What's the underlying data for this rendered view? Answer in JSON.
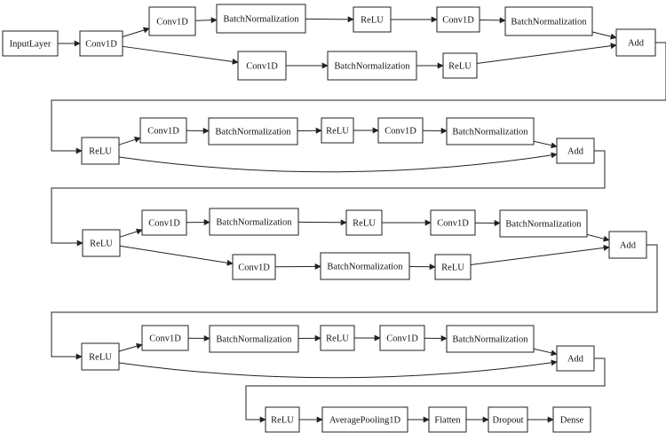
{
  "diagram": {
    "nodes": [
      {
        "id": "n1",
        "label": "InputLayer"
      },
      {
        "id": "n2",
        "label": "Conv1D"
      },
      {
        "id": "n3",
        "label": "Conv1D"
      },
      {
        "id": "n4",
        "label": "BatchNormalization"
      },
      {
        "id": "n5",
        "label": "ReLU"
      },
      {
        "id": "n6",
        "label": "Conv1D"
      },
      {
        "id": "n7",
        "label": "BatchNormalization"
      },
      {
        "id": "n8",
        "label": "Add"
      },
      {
        "id": "n9",
        "label": "Conv1D"
      },
      {
        "id": "n10",
        "label": "BatchNormalization"
      },
      {
        "id": "n11",
        "label": "ReLU"
      },
      {
        "id": "n12",
        "label": "ReLU"
      },
      {
        "id": "n13",
        "label": "Conv1D"
      },
      {
        "id": "n14",
        "label": "BatchNormalization"
      },
      {
        "id": "n15",
        "label": "ReLU"
      },
      {
        "id": "n16",
        "label": "Conv1D"
      },
      {
        "id": "n17",
        "label": "BatchNormalization"
      },
      {
        "id": "n18",
        "label": "Add"
      },
      {
        "id": "n19",
        "label": "ReLU"
      },
      {
        "id": "n20",
        "label": "Conv1D"
      },
      {
        "id": "n21",
        "label": "BatchNormalization"
      },
      {
        "id": "n22",
        "label": "ReLU"
      },
      {
        "id": "n23",
        "label": "Conv1D"
      },
      {
        "id": "n24",
        "label": "BatchNormalization"
      },
      {
        "id": "n25",
        "label": "Add"
      },
      {
        "id": "n26",
        "label": "Conv1D"
      },
      {
        "id": "n27",
        "label": "BatchNormalization"
      },
      {
        "id": "n28",
        "label": "ReLU"
      },
      {
        "id": "n29",
        "label": "ReLU"
      },
      {
        "id": "n30",
        "label": "Conv1D"
      },
      {
        "id": "n31",
        "label": "BatchNormalization"
      },
      {
        "id": "n32",
        "label": "ReLU"
      },
      {
        "id": "n33",
        "label": "Conv1D"
      },
      {
        "id": "n34",
        "label": "BatchNormalization"
      },
      {
        "id": "n35",
        "label": "Add"
      },
      {
        "id": "n36",
        "label": "ReLU"
      },
      {
        "id": "n37",
        "label": "AveragePooling1D"
      },
      {
        "id": "n38",
        "label": "Flatten"
      },
      {
        "id": "n39",
        "label": "Dropout"
      },
      {
        "id": "n40",
        "label": "Dense"
      }
    ],
    "edges": [
      [
        "n1",
        "n2"
      ],
      [
        "n2",
        "n3"
      ],
      [
        "n3",
        "n4"
      ],
      [
        "n4",
        "n5"
      ],
      [
        "n5",
        "n6"
      ],
      [
        "n6",
        "n7"
      ],
      [
        "n7",
        "n8"
      ],
      [
        "n2",
        "n9"
      ],
      [
        "n9",
        "n10"
      ],
      [
        "n10",
        "n11"
      ],
      [
        "n11",
        "n8"
      ],
      [
        "n8",
        "n12"
      ],
      [
        "n12",
        "n13"
      ],
      [
        "n13",
        "n14"
      ],
      [
        "n14",
        "n15"
      ],
      [
        "n15",
        "n16"
      ],
      [
        "n16",
        "n17"
      ],
      [
        "n17",
        "n18"
      ],
      [
        "n12",
        "n18"
      ],
      [
        "n18",
        "n19"
      ],
      [
        "n19",
        "n20"
      ],
      [
        "n20",
        "n21"
      ],
      [
        "n21",
        "n22"
      ],
      [
        "n22",
        "n23"
      ],
      [
        "n23",
        "n24"
      ],
      [
        "n24",
        "n25"
      ],
      [
        "n19",
        "n26"
      ],
      [
        "n26",
        "n27"
      ],
      [
        "n27",
        "n28"
      ],
      [
        "n28",
        "n25"
      ],
      [
        "n25",
        "n29"
      ],
      [
        "n29",
        "n30"
      ],
      [
        "n30",
        "n31"
      ],
      [
        "n31",
        "n32"
      ],
      [
        "n32",
        "n33"
      ],
      [
        "n33",
        "n34"
      ],
      [
        "n34",
        "n35"
      ],
      [
        "n29",
        "n35"
      ],
      [
        "n35",
        "n36"
      ],
      [
        "n36",
        "n37"
      ],
      [
        "n37",
        "n38"
      ],
      [
        "n38",
        "n39"
      ],
      [
        "n39",
        "n40"
      ]
    ]
  }
}
